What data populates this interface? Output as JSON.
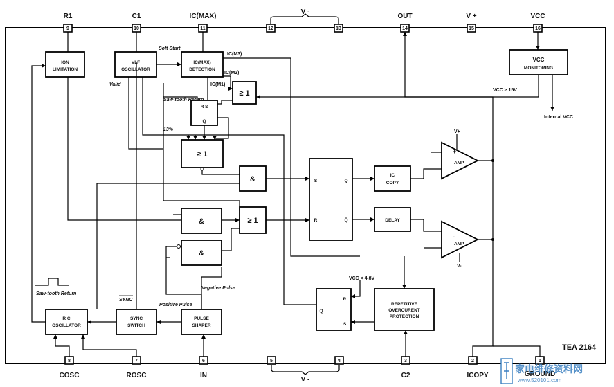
{
  "chip_label": "TEA 2164",
  "pins_top": [
    {
      "name": "R1",
      "number": "9"
    },
    {
      "name": "C1",
      "number": "10"
    },
    {
      "name": "IC(MAX)",
      "number": "11"
    },
    {
      "name": "",
      "number": "12"
    },
    {
      "name": "",
      "number": "13"
    },
    {
      "name": "OUT",
      "number": "14"
    },
    {
      "name": "V +",
      "number": "15"
    },
    {
      "name": "VCC",
      "number": "16"
    }
  ],
  "pins_bottom": [
    {
      "name": "COSC",
      "number": "8"
    },
    {
      "name": "ROSC",
      "number": "7"
    },
    {
      "name": "IN",
      "number": "6"
    },
    {
      "name": "",
      "number": "5"
    },
    {
      "name": "",
      "number": "4"
    },
    {
      "name": "C2",
      "number": "3"
    },
    {
      "name": "ICOPY",
      "number": "2"
    },
    {
      "name": "GROUND",
      "number": "1"
    }
  ],
  "vminus_top": "V -",
  "vminus_bottom": "V -",
  "blocks": {
    "ion": [
      "ION",
      "LIMITATION"
    ],
    "vlf": [
      "VLF",
      "OSCILLATOR"
    ],
    "icmax": [
      "IC(MAX)",
      "DETECTION"
    ],
    "vcc_mon": [
      "VCC",
      "MONITORING"
    ],
    "or1": "≥ 1",
    "rs": "R  S",
    "rs_q": "Q",
    "or2": "≥ 1",
    "and1": "&",
    "and2": "&",
    "and3": "&",
    "or3": "≥ 1",
    "ff_s": "S",
    "ff_r": "R",
    "ff_q": "Q",
    "ff_qbar": "Q̄",
    "ic_copy": [
      "IC",
      "COPY"
    ],
    "delay": "DELAY",
    "amp_top": "AMP",
    "amp_bot": "AMP",
    "rep": [
      "REPETITIVE",
      "OVERCURENT",
      "PROTECTION"
    ],
    "rs2_r": "R",
    "rs2_s": "S",
    "rs2_q": "Q",
    "rc_osc": [
      "R C",
      "OSCILLATOR"
    ],
    "sync": [
      "SYNC",
      "SWITCH"
    ],
    "pulse": [
      "PULSE",
      "SHAPER"
    ]
  },
  "labels": {
    "soft_start": "Soft Start",
    "valid": "Valid",
    "icm3": "IC(M3)",
    "icm2": "IC(M2)",
    "icm1": "IC(M1)",
    "sawtooth_return": "Saw-tooth Return",
    "pct13": "13%",
    "vcc15": "VCC ≥ 15V",
    "internal_vcc": "Internal VCC",
    "vplus": "V+",
    "vminus_amp": "V-",
    "vcc48": "VCC < 4.8V",
    "sawtooth_return2": "Saw-tooth Return",
    "sync_bar": "SYNC",
    "positive_pulse": "Positive Pulse",
    "negative_pulse": "Negative Pulse",
    "plus": "+",
    "minus": "-"
  },
  "watermark": {
    "cn": "家电维修资料网",
    "url": "www.520101.com"
  }
}
